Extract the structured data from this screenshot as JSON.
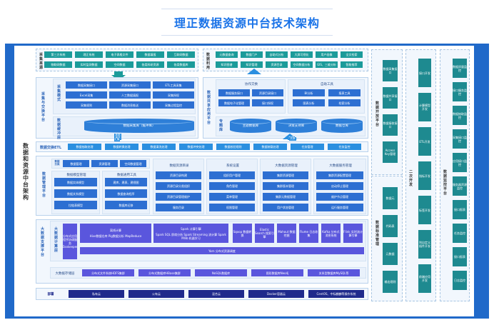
{
  "title": "理正数据资源中台技术架构",
  "side_title": "数据和资源中台架构",
  "data_source": {
    "label": "采集来源",
    "row1": [
      "第三方系统",
      "理正系统",
      "电子表格文件",
      "数据填报",
      "互联网数据"
    ],
    "row2": [
      "物联网数据",
      "实时监测数据",
      "空间数据",
      "各类科研资源",
      "各类数据库"
    ]
  },
  "data_usage": {
    "label": "数据利用",
    "row1": [
      "元数据查询",
      "数据门户",
      "自助式分析",
      "大屏可视化",
      "用户画像",
      "全文检索"
    ],
    "row2": [
      "知识图谱",
      "知识管理",
      "资源目录",
      "空间数据分析",
      "GIS、三维分析",
      "智能推荐"
    ]
  },
  "collect_platform": {
    "label": "采集与交换平台",
    "sub_label": "采集模式",
    "cells": [
      "数据采集接口",
      "资源采集接口",
      "ETL工具采集",
      "Excel采集",
      "人工数据填报",
      "采集授权",
      "采集规则",
      "数据消息推送",
      "采集过程监控"
    ],
    "db_label": "数据缓冲层",
    "db_name": "数据采集库（缓冲库）",
    "push_tag": "数据推送"
  },
  "share_platform": {
    "label": "数据共享应用平台",
    "group1_title": "协作交换",
    "group1": [
      "数据服务接口",
      "资源目录接口",
      "数据电子化管理",
      "接口授权"
    ],
    "group2_title": "自助工具",
    "group2": [
      "BI分析",
      "报表工具",
      "图表分析",
      "检索分析"
    ],
    "db_label": "专题库",
    "dbs": [
      "主题数据库",
      "决策支持库",
      "数据仓库"
    ],
    "pull_tag": "数据"
  },
  "etl": {
    "label": "数据交换ETL",
    "items": [
      "数据抽取处理",
      "数据转换处理",
      "数据清洗处理",
      "数据冲突处理",
      "数据校验规则",
      "数据装载处理",
      "任务管理",
      "任务监控"
    ],
    "tag_in": "汇聚",
    "tag_out": "共享"
  },
  "manage_platform": {
    "label": "数据管理平台",
    "classify_label": "数据分类",
    "classify": [
      "数据管理",
      "资源管理",
      "空间数据管理"
    ],
    "model_title": "数据模型管理",
    "model": [
      "数据实体模型",
      "数据关系模型",
      "拉链表模型"
    ],
    "tool_title": "数据通用工具",
    "tool": [
      "建库、建表、建视图",
      "数据查询程序",
      "数据库迁移"
    ],
    "catalog_title": "数据资源目录",
    "catalog": [
      "资源目录构建",
      "资源目录分类组织",
      "资源目录管理维护",
      "服务目录"
    ],
    "system_title": "系统设置",
    "system": [
      "组织用户管理",
      "角色管理",
      "菜单管理",
      "权限管理"
    ],
    "bigres_title": "大数据资源管理",
    "bigres": [
      "集群资源管理",
      "集群版本管理",
      "集群元数据管理",
      "用户状态管理"
    ],
    "bignode_title": "大数据服务管理",
    "bignode": [
      "集群资源配置管理",
      "启动停止管理",
      "维护节点管理",
      "运行服务管理"
    ]
  },
  "bigdata_platform": {
    "label": "大数据支撑平台",
    "compute_label": "大数据计算层",
    "zookeeper": "分布式应用程序协调服务Zookeeper",
    "offline_title": "离线计算",
    "offline": [
      "Hive数据仓库",
      "Pig数据分析",
      "MapReduce"
    ],
    "spark_title": "Spark 计算引擎",
    "spark": [
      "Spark SQL 即席分析",
      "Spark Streaming 流计算",
      "Spark Mllib 机器学习"
    ],
    "tools": [
      "Sqoop 数据转换",
      "Elastic Search 搜索引擎",
      "Mahout 数据挖掘",
      "Flume 日志收集",
      "Kafka 分布式消息系统",
      "Flink 实时流计算引擎"
    ],
    "yarn": "Yarn 分布式资源调度",
    "storage_label": "大数据存储层",
    "storage": [
      "分布式文件系统HDFS集群",
      "分布式数据库HBase集群",
      "NoSQL数据库",
      "图形数据库Neo4j",
      "关系型数据库MySQL等"
    ]
  },
  "deploy": {
    "label": "部署",
    "items": [
      "私有云",
      "公有云",
      "混合云",
      "Docker容器云",
      "CentOS、中标麒麟等操作系统"
    ]
  },
  "open_platform": {
    "label": "数据开放平台",
    "items": [
      "数据采集接口",
      "数据共享接口",
      "数据接收接口",
      "Access Key管理"
    ]
  },
  "standard_manage": {
    "label": "数据标准管理",
    "items": [
      "数据元",
      "代码表",
      "元数据",
      "输出规则"
    ]
  },
  "secondary_dev": {
    "label": "二次开发",
    "items": [
      "接口开发",
      "计算模型开发",
      "ETL开发",
      "指标开发",
      "标签开发",
      "利自定义插件开发",
      "前端应用开发"
    ]
  },
  "monitor_platform": {
    "label": "数据监控平台",
    "items": [
      "数据质量监控",
      "接口服务监控",
      "数据抽取监控",
      "采集接口监控",
      "应用接口监控",
      "服务器资源监控",
      "接口报表",
      "任务监控",
      "接口报表",
      "日志监控"
    ]
  }
}
